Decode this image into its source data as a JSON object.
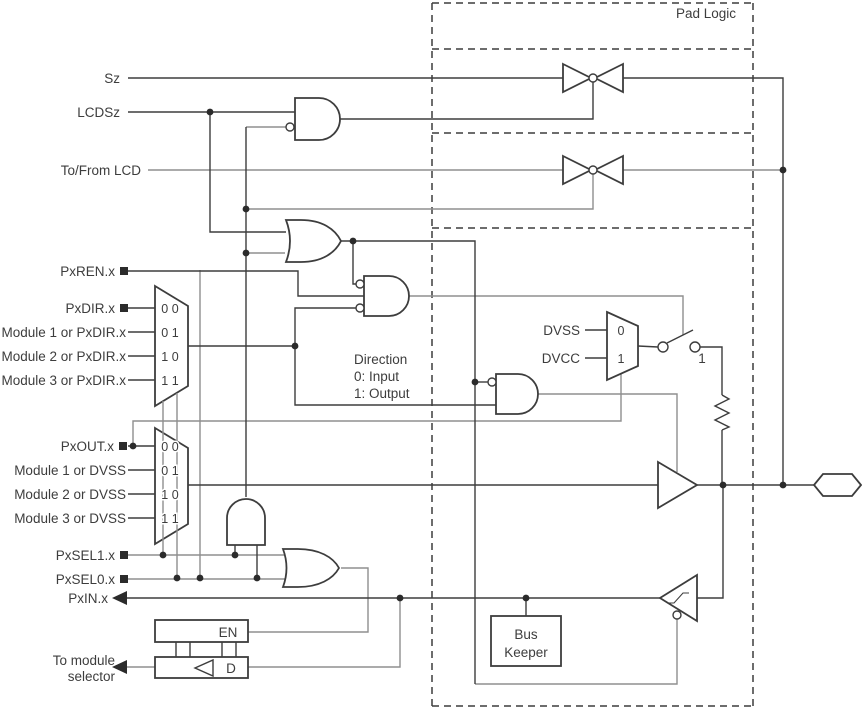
{
  "region": {
    "pad_logic": "Pad Logic"
  },
  "signals": {
    "sz": "Sz",
    "lcdsz": "LCDSz",
    "to_from_lcd": "To/From LCD",
    "pxren": "PxREN.x",
    "pxdir": "PxDIR.x",
    "mod1_dir": "Module 1 or PxDIR.x",
    "mod2_dir": "Module 2 or PxDIR.x",
    "mod3_dir": "Module 3 or PxDIR.x",
    "pxout": "PxOUT.x",
    "mod1_dvss": "Module 1 or DVSS",
    "mod2_dvss": "Module 2 or DVSS",
    "mod3_dvss": "Module 3 or DVSS",
    "pxsel1": "PxSEL1.x",
    "pxsel0": "PxSEL0.x",
    "pxin": "PxIN.x",
    "to_module_line1": "To module",
    "to_module_line2": "selector"
  },
  "direction_mux": {
    "options": [
      "0 0",
      "0 1",
      "1 0",
      "1 1"
    ]
  },
  "output_mux": {
    "options": [
      "0 0",
      "0 1",
      "1 0",
      "1 1"
    ]
  },
  "pull_mux": {
    "input0": "DVSS",
    "input1": "DVCC",
    "label0": "0",
    "label1": "1",
    "switch_label": "1"
  },
  "notes": {
    "direction_title": "Direction",
    "direction_input": "0: Input",
    "direction_output": "1: Output"
  },
  "blocks": {
    "bus_keeper_line1": "Bus",
    "bus_keeper_line2": "Keeper",
    "latch_en": "EN",
    "latch_d": "D"
  },
  "colors": {
    "wire_dark": "#3d3d3d",
    "wire_light": "#8f8f8f",
    "background": "#ffffff"
  }
}
